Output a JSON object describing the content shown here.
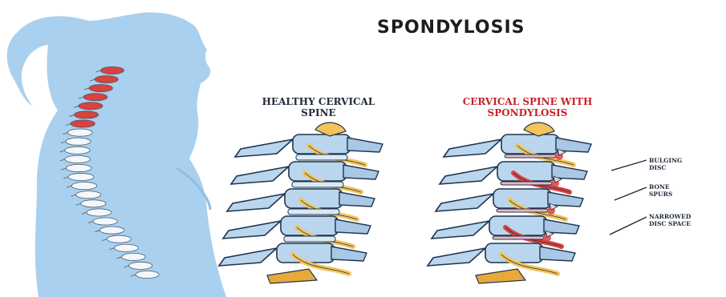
{
  "title": "SPONDYLOSIS",
  "healthy_heading": [
    "HEALTHY CERVICAL",
    "SPINE"
  ],
  "diseased_heading": [
    "CERVICAL SPINE WITH",
    "SPONDYLOSIS"
  ],
  "labels": {
    "bulging_disc": [
      "BULGING",
      "DISC"
    ],
    "bone_spurs": [
      "BONE",
      "SPURS"
    ],
    "narrowed_disc_space": [
      "NARROWED",
      "DISC SPACE"
    ]
  },
  "colors": {
    "silhouette": "#a9d0ee",
    "vertebra": "#b9d6ee",
    "vertebra_outline": "#20344d",
    "disc_yellow": "#f2c45a",
    "disc_orange": "#e7a93a",
    "inflamed": "#d8423f",
    "heading_red": "#c8222a"
  }
}
